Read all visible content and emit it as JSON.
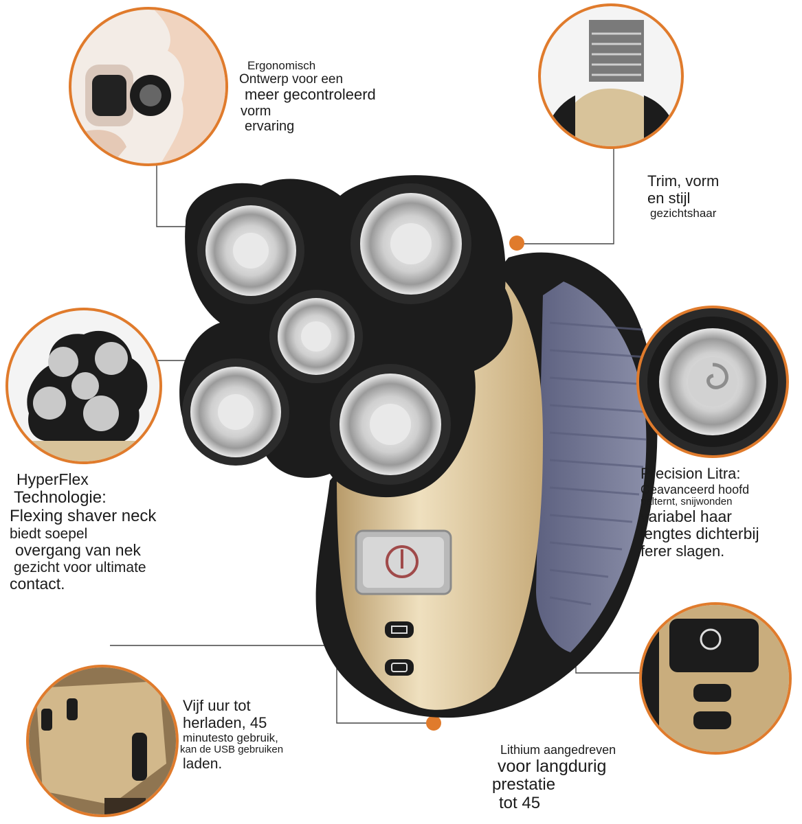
{
  "callouts": {
    "ergonomic": [
      "Ergonomisch",
      "Ontwerp voor een",
      "meer gecontroleerd",
      "vorm",
      "ervaring"
    ],
    "trim": [
      "Trim, vorm",
      "en stijl",
      "gezichtshaar"
    ],
    "hyperflex": [
      "HyperFlex",
      "Technologie:",
      "Flexing shaver neck",
      "biedt soepel",
      "overgang van nek",
      "gezicht voor ultimate",
      "contact."
    ],
    "precision": [
      "Precision Litra:",
      "Geavanceerd hoofd",
      "palternt, snijwonden",
      "variabel haar",
      "lengtes dichterbij",
      "ferer slagen."
    ],
    "charge": [
      "Vijf uur tot",
      "herladen, 45",
      "minutesto gebruik,",
      "kan de USB gebruiken",
      "laden."
    ],
    "lithium": [
      "Lithium aangedreven",
      "voor langdurig",
      "prestatie",
      "tot 45"
    ]
  },
  "colors": {
    "accent": "#e07b2c",
    "head_black": "#1c1c1c",
    "gold": "#d8c39a",
    "grip_blue": "#6f7391",
    "foil_silver": "#d9d9d9"
  }
}
